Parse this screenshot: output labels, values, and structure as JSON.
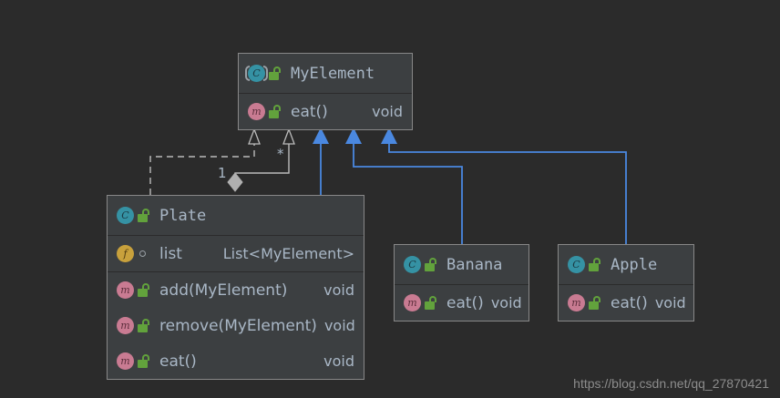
{
  "diagram": {
    "background": "#2b2b2b",
    "node_fill": "#3c3f41",
    "node_border": "#888888",
    "text_color": "#a9b7c6",
    "inherit_color": "#4a88e0",
    "uml_gray": "#bbbbbb",
    "watermark": "https://blog.csdn.net/qq_27870421"
  },
  "nodes": {
    "myelement": {
      "name": "MyElement",
      "stereotype_icon": "interface-icon",
      "visibility_icon": "unlock-icon",
      "members": [
        {
          "icon": "method-icon",
          "visibility_icon": "unlock-icon",
          "name": "eat()",
          "type": "void"
        }
      ]
    },
    "plate": {
      "name": "Plate",
      "stereotype_icon": "class-icon",
      "visibility_icon": "unlock-icon",
      "fields": [
        {
          "icon": "field-icon",
          "visibility_icon": "package-private-icon",
          "name": "list",
          "type": "List<MyElement>"
        }
      ],
      "methods": [
        {
          "icon": "method-icon",
          "visibility_icon": "unlock-icon",
          "name": "add(MyElement)",
          "type": "void"
        },
        {
          "icon": "method-icon",
          "visibility_icon": "unlock-icon",
          "name": "remove(MyElement)",
          "type": "void"
        },
        {
          "icon": "method-icon",
          "visibility_icon": "unlock-icon",
          "name": "eat()",
          "type": "void"
        }
      ]
    },
    "banana": {
      "name": "Banana",
      "stereotype_icon": "class-icon",
      "visibility_icon": "unlock-icon",
      "methods": [
        {
          "icon": "method-icon",
          "visibility_icon": "unlock-icon",
          "name": "eat()",
          "type": "void"
        }
      ]
    },
    "apple": {
      "name": "Apple",
      "stereotype_icon": "class-icon",
      "visibility_icon": "unlock-icon",
      "methods": [
        {
          "icon": "method-icon",
          "visibility_icon": "unlock-icon",
          "name": "eat()",
          "type": "void"
        }
      ]
    }
  },
  "edges": {
    "realization_plate_myelement": {
      "kind": "realization",
      "style": "dashed",
      "arrow": "hollow-triangle",
      "from": "Plate",
      "to": "MyElement"
    },
    "aggregation_plate_myelement": {
      "kind": "aggregation",
      "style": "solid",
      "arrow": "hollow-triangle",
      "from": "Plate",
      "to": "MyElement",
      "source_multiplicity": "1",
      "target_multiplicity": "*"
    },
    "inheritance_plate_myelement": {
      "kind": "inheritance",
      "style": "solid",
      "arrow": "filled-triangle",
      "from": "Plate",
      "to": "MyElement"
    },
    "inheritance_banana_myelement": {
      "kind": "inheritance",
      "style": "solid",
      "arrow": "filled-triangle",
      "from": "Banana",
      "to": "MyElement"
    },
    "inheritance_apple_myelement": {
      "kind": "inheritance",
      "style": "solid",
      "arrow": "filled-triangle",
      "from": "Apple",
      "to": "MyElement"
    }
  }
}
